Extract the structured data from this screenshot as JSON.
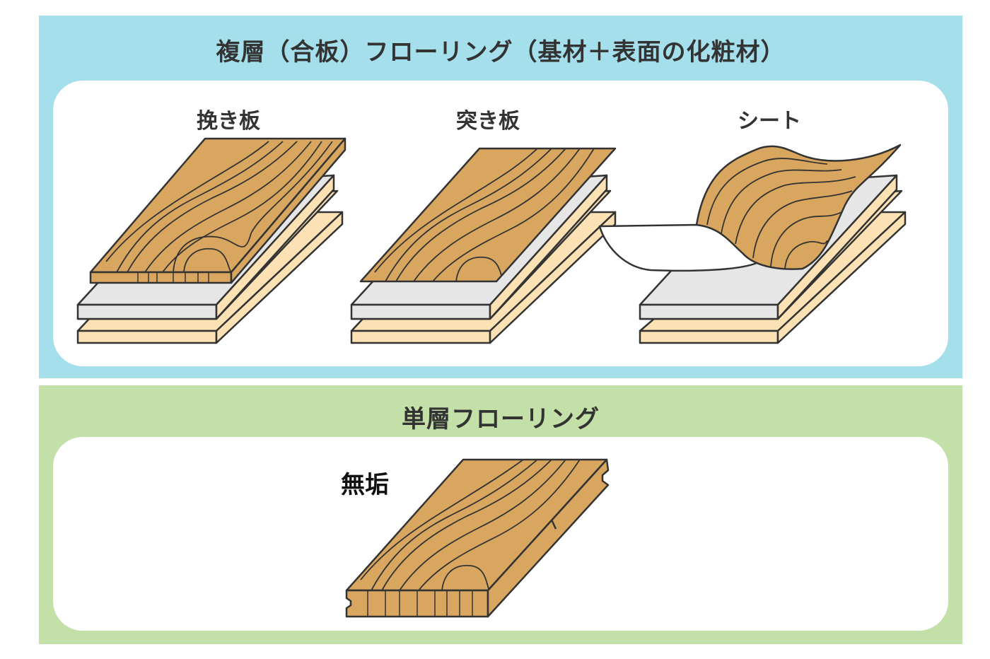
{
  "multilayer": {
    "title": "複層（合板）フローリング（基材＋表面の化粧材）",
    "types": [
      {
        "label": "挽き板"
      },
      {
        "label": "突き板"
      },
      {
        "label": "シート"
      }
    ]
  },
  "singlelayer": {
    "title": "単層フローリング",
    "types": [
      {
        "label": "無垢"
      }
    ]
  },
  "colors": {
    "multilayer_bg": "#a5dfec",
    "singlelayer_bg": "#c3e0a8",
    "wood": "#d8a65e",
    "plywood": "#fbe1b3",
    "sheet_gray": "#e6e6e6",
    "outline": "#333333"
  }
}
